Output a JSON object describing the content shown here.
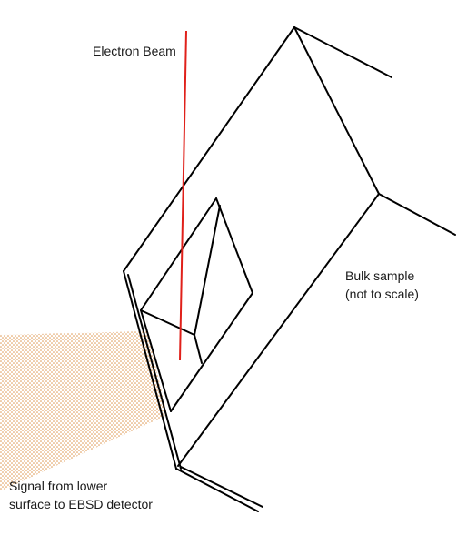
{
  "labels": {
    "electron_beam": "Electron Beam",
    "bulk_sample": [
      "Bulk sample",
      "(not to scale)"
    ],
    "signal": [
      "Signal from lower",
      "surface to EBSD detector"
    ]
  },
  "colors": {
    "beam": "#e0201a",
    "outline": "#000000",
    "signal_dots": "#d9893a"
  }
}
